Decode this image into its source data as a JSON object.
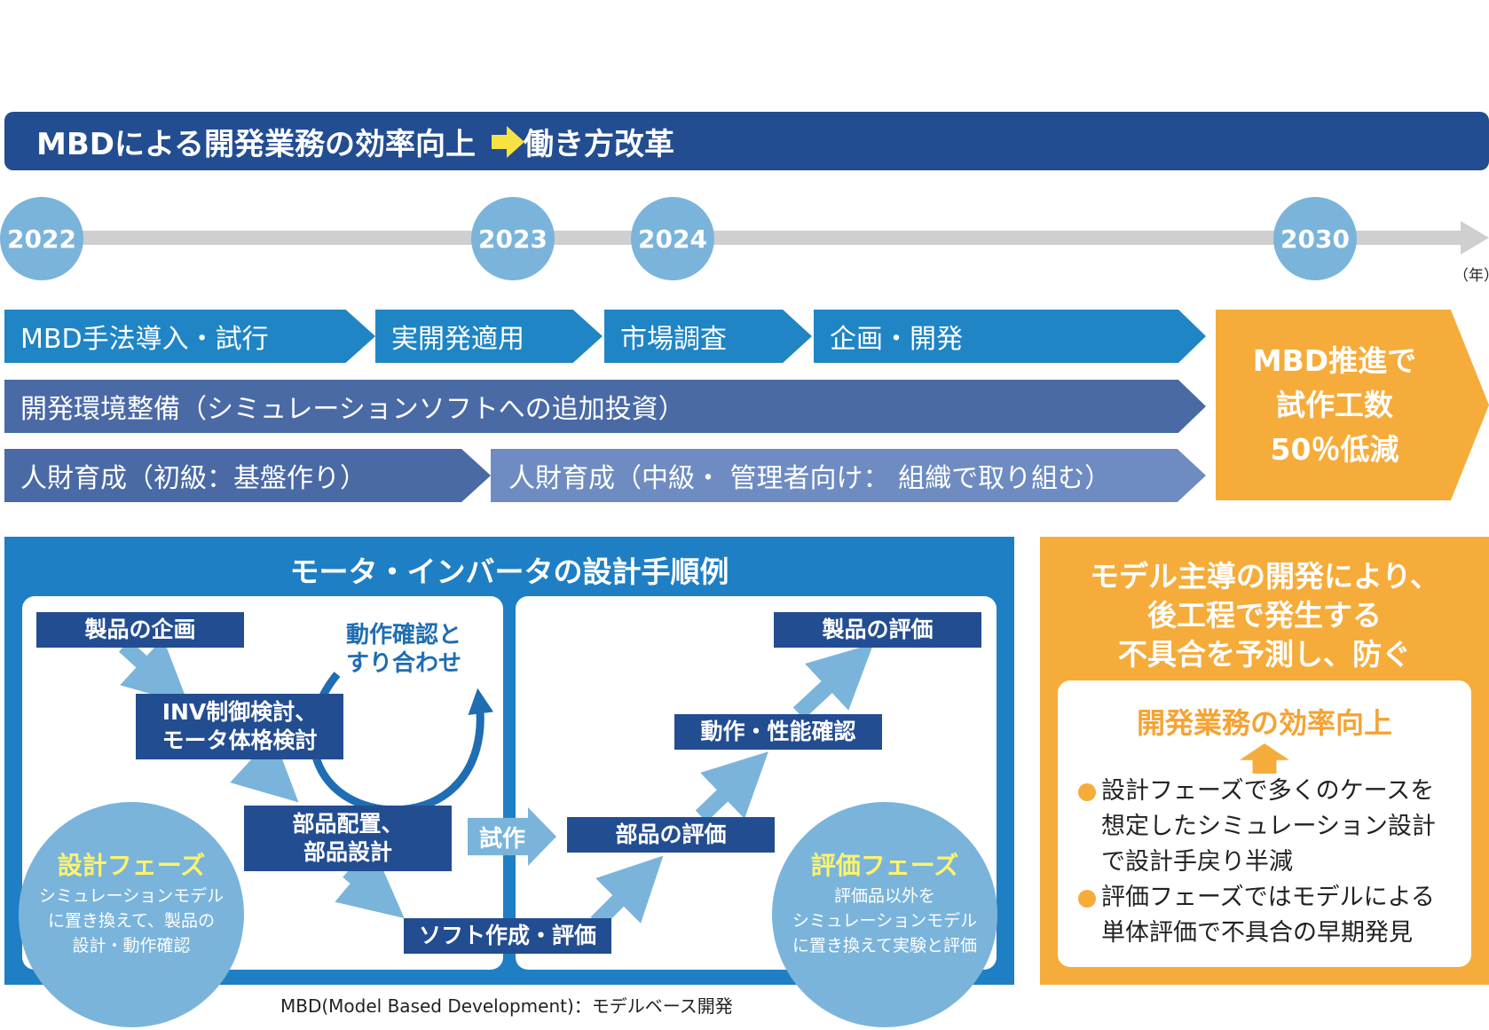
{
  "header": {
    "left_text": "MBDによる開発業務の効率向上",
    "right_text": "働き方改革",
    "arrow_color": "#f7e243",
    "background_color": "#234d91"
  },
  "timeline": {
    "years": [
      "2022",
      "2023",
      "2024",
      "2030"
    ],
    "unit": "（年）"
  },
  "rows": {
    "row1": [
      "MBD手法導入・試行",
      "実開発適用",
      "市場調査",
      "企画・開発"
    ],
    "row2": "開発環境整備（シミュレーションソフトへの追加投資）",
    "row3": [
      "人財育成（初級：基盤作り）",
      "人財育成（中級・ 管理者向け： 組織で取り組む）"
    ]
  },
  "goal": {
    "lines": [
      "MBD推進で",
      "試作工数",
      "50％低減"
    ],
    "color": "#f6ac3a"
  },
  "process": {
    "title": "モータ・インバータの設計手順例",
    "design_steps": {
      "plan": "製品の企画",
      "inv": [
        "INV制御検討、",
        "モータ体格検討"
      ],
      "layout": [
        "部品配置、",
        "部品設計"
      ],
      "software": "ソフト作成・評価"
    },
    "loop_label": [
      "動作確認と",
      "すり合わせ"
    ],
    "prototype": "試作",
    "eval_steps": {
      "parts": "部品の評価",
      "operation": "動作・性能確認",
      "product": "製品の評価"
    },
    "design_phase": {
      "title": "設計フェーズ",
      "desc": [
        "シミュレーションモデル",
        "に置き換えて、製品の",
        "設計・動作確認"
      ]
    },
    "eval_phase": {
      "title": "評価フェーズ",
      "desc": [
        "評価品以外を",
        "シミュレーションモデル",
        "に置き換えて実験と評価"
      ]
    }
  },
  "effect": {
    "title": [
      "モデル主導の開発により、",
      "後工程で発生する",
      "不具合を予測し、防ぐ"
    ],
    "subtitle": "開発業務の効率向上",
    "bullets": [
      [
        "設計フェーズで多くのケースを",
        "想定したシミュレーション設計",
        "で設計手戻り半減"
      ],
      [
        "評価フェーズではモデルによる",
        "単体評価で不具合の早期発見"
      ]
    ]
  },
  "footnote": "MBD(Model Based Development)：モデルベース開発"
}
